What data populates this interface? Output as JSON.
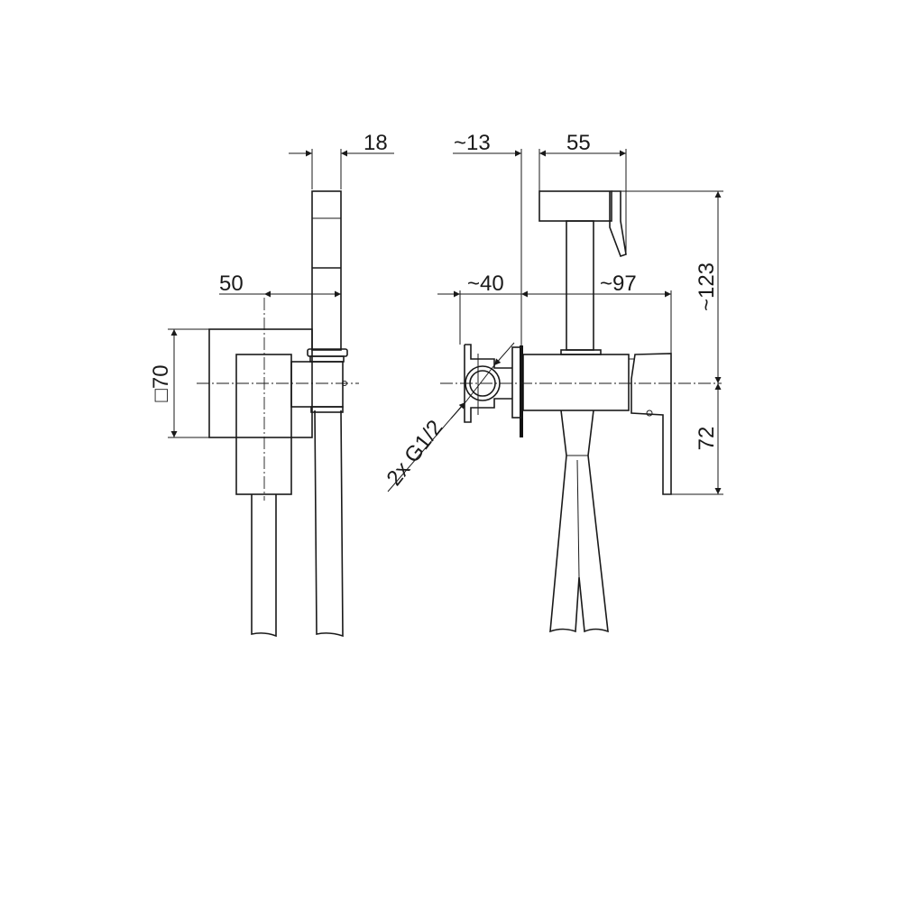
{
  "drawing": {
    "side_view": {
      "dimensions": {
        "handset_width": "18",
        "center_offset": "50",
        "plate_size": "□70"
      }
    },
    "front_view": {
      "dimensions": {
        "wall_offset": "~13",
        "head_width": "55",
        "connection_depth": "~40",
        "projection": "~97",
        "height_above": "~123",
        "height_below": "72",
        "thread": "2x G1/2"
      }
    },
    "colors": {
      "line": "#1a1a1a",
      "background": "#ffffff"
    }
  }
}
